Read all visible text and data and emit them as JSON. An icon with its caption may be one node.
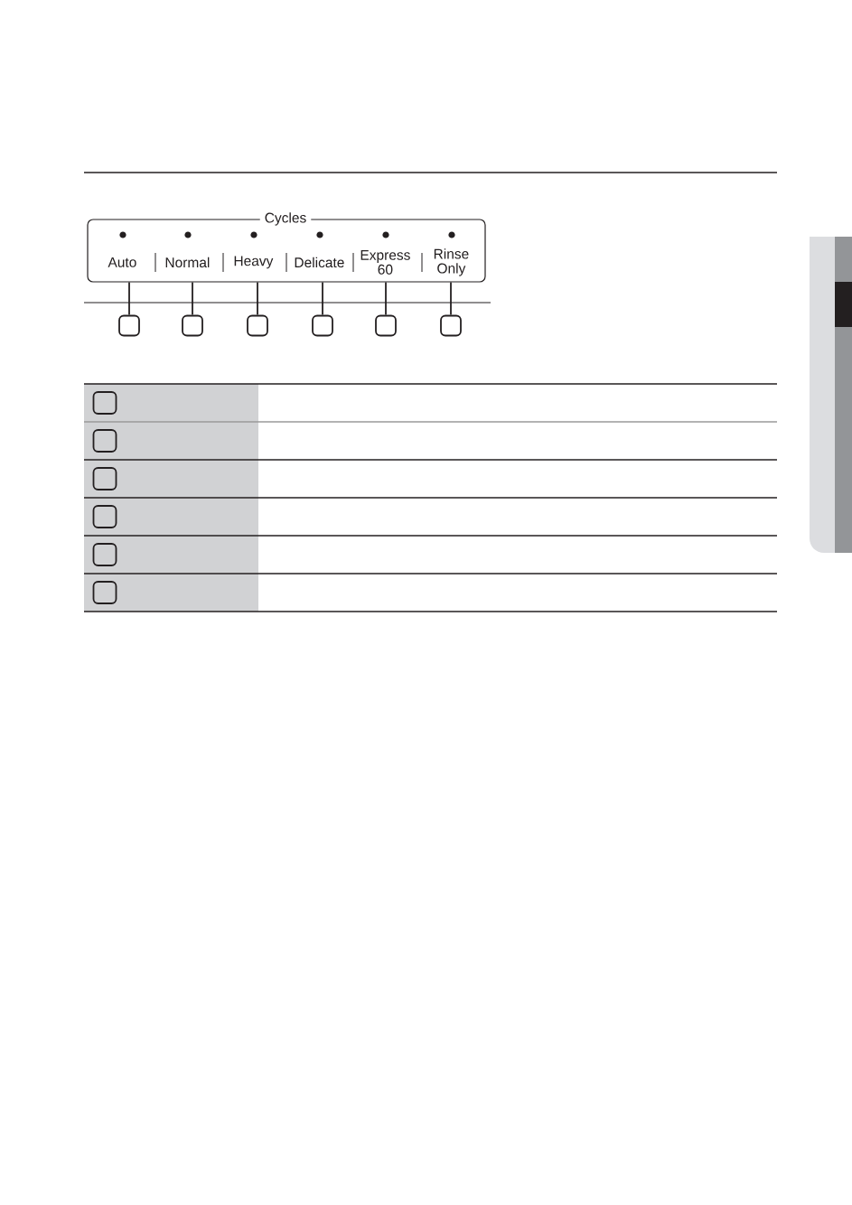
{
  "diagram": {
    "nodes": [
      {
        "text": [
          "Cycles"
        ]
      },
      {
        "text": [
          "Auto"
        ],
        "in": 0
      },
      {
        "text": [
          "Normal"
        ],
        "in": 0
      },
      {
        "text": [
          "Heavy"
        ],
        "in": 0
      },
      {
        "text": [
          "Delicate"
        ],
        "in": 0
      },
      {
        "text": [
          "Express 60"
        ],
        "in": 0
      },
      {
        "text": [
          "Rinse Only"
        ],
        "in": 0
      },
      {
        "text": [],
        "shape": "box"
      },
      {
        "text": [],
        "shape": "box"
      },
      {
        "text": [],
        "shape": "box"
      },
      {
        "text": [],
        "shape": "box"
      },
      {
        "text": [],
        "shape": "box"
      },
      {
        "text": [],
        "shape": "box"
      },
      {
        "text": [],
        "shape": "box"
      },
      {
        "text": [],
        "shape": "box"
      },
      {
        "text": [],
        "shape": "box"
      },
      {
        "text": [],
        "shape": "box"
      },
      {
        "text": [],
        "shape": "box"
      },
      {
        "text": [],
        "shape": "box"
      }
    ],
    "edges": [
      {
        "from": 7,
        "to": 1,
        "arrow": "none"
      },
      {
        "from": 8,
        "to": 2,
        "arrow": "none"
      },
      {
        "from": 9,
        "to": 3,
        "arrow": "none"
      },
      {
        "from": 10,
        "to": 4,
        "arrow": "none"
      },
      {
        "from": 11,
        "to": 5,
        "arrow": "none"
      },
      {
        "from": 12,
        "to": 6,
        "arrow": "none"
      }
    ]
  }
}
